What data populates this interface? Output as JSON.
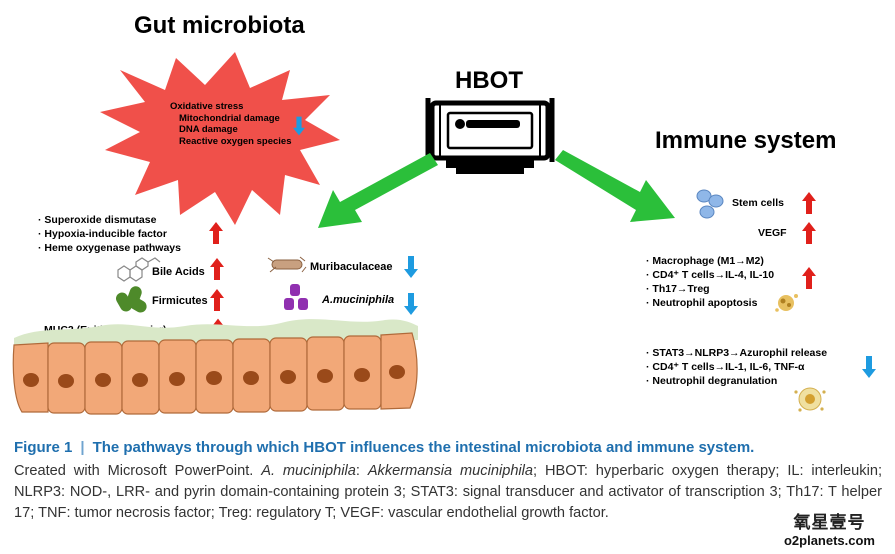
{
  "diagram": {
    "gut_title": "Gut microbiota",
    "hbot_label": "HBOT",
    "immune_title": "Immune system",
    "stress": [
      "Oxidative stress",
      "Mitochondrial damage",
      "DNA damage",
      "Reactive oxygen species"
    ],
    "gut_list": [
      "· Superoxide dismutase",
      "· Hypoxia-inducible factor",
      "· Heme oxygenase pathways"
    ],
    "bile_acids": "Bile Acids",
    "firmicutes": "Firmicutes",
    "muc2": "MUC2 (Epithelial barrier)",
    "muribaculaceae": "Muribaculaceae",
    "a_muciniphila": "A.muciniphila",
    "stem_cells": "Stem cells",
    "vegf": "VEGF",
    "immune_list1": [
      "· Macrophage (M1→M2)",
      "· CD4⁺ T cells→IL-4, IL-10",
      "· Th17→Treg",
      "· Neutrophil apoptosis"
    ],
    "immune_list2": [
      "· STAT3→NLRP3→Azurophil release",
      "· CD4⁺ T cells→IL-1, IL-6, TNF-α",
      "· Neutrophil degranulation"
    ],
    "colors": {
      "up_arrow": "#e0201b",
      "down_arrow": "#1e9be0",
      "green_arrow": "#2bbf3a",
      "burst": "#f0504a",
      "epithelium": "#f2a878",
      "nucleus": "#9a4a1a"
    }
  },
  "caption": {
    "figure_label": "Figure 1",
    "separator": "|",
    "title": "The pathways through which HBOT influences the intestinal microbiota and immune system.",
    "line_start": "Created with Microsoft PowerPoint. ",
    "a_muc_abbr": "A. muciniphila",
    "colon1": ": ",
    "a_muc_full": "Akkermansia muciniphila",
    "rest": "; HBOT: hyperbaric oxygen therapy; IL: interleukin; NLRP3: NOD-, LRR- and pyrin domain-containing protein 3; STAT3: signal transducer and activator of transcription 3; Th17: T helper 17; TNF: tumor necrosis factor; Treg: regulatory T; VEGF: vascular endothelial growth factor."
  },
  "watermark": {
    "chinese": "氧星壹号",
    "url": "o2planets.com"
  }
}
